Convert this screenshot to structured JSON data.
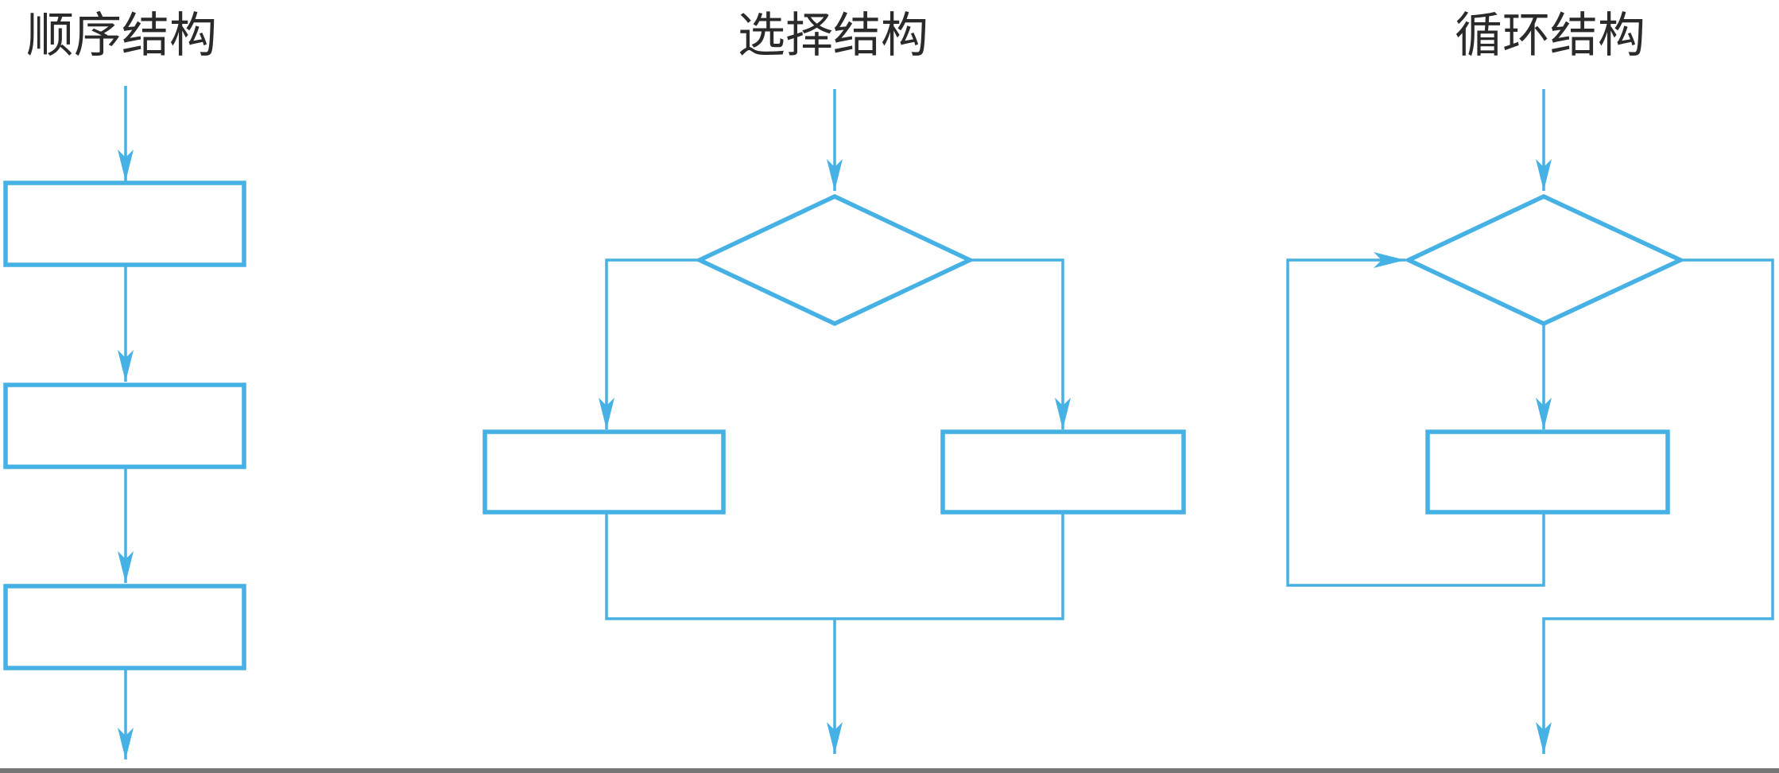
{
  "titles": {
    "sequence": "顺序结构",
    "selection": "选择结构",
    "loop": "循环结构"
  },
  "colors": {
    "stroke": "#46b1e4",
    "text": "#2a2a2a"
  }
}
